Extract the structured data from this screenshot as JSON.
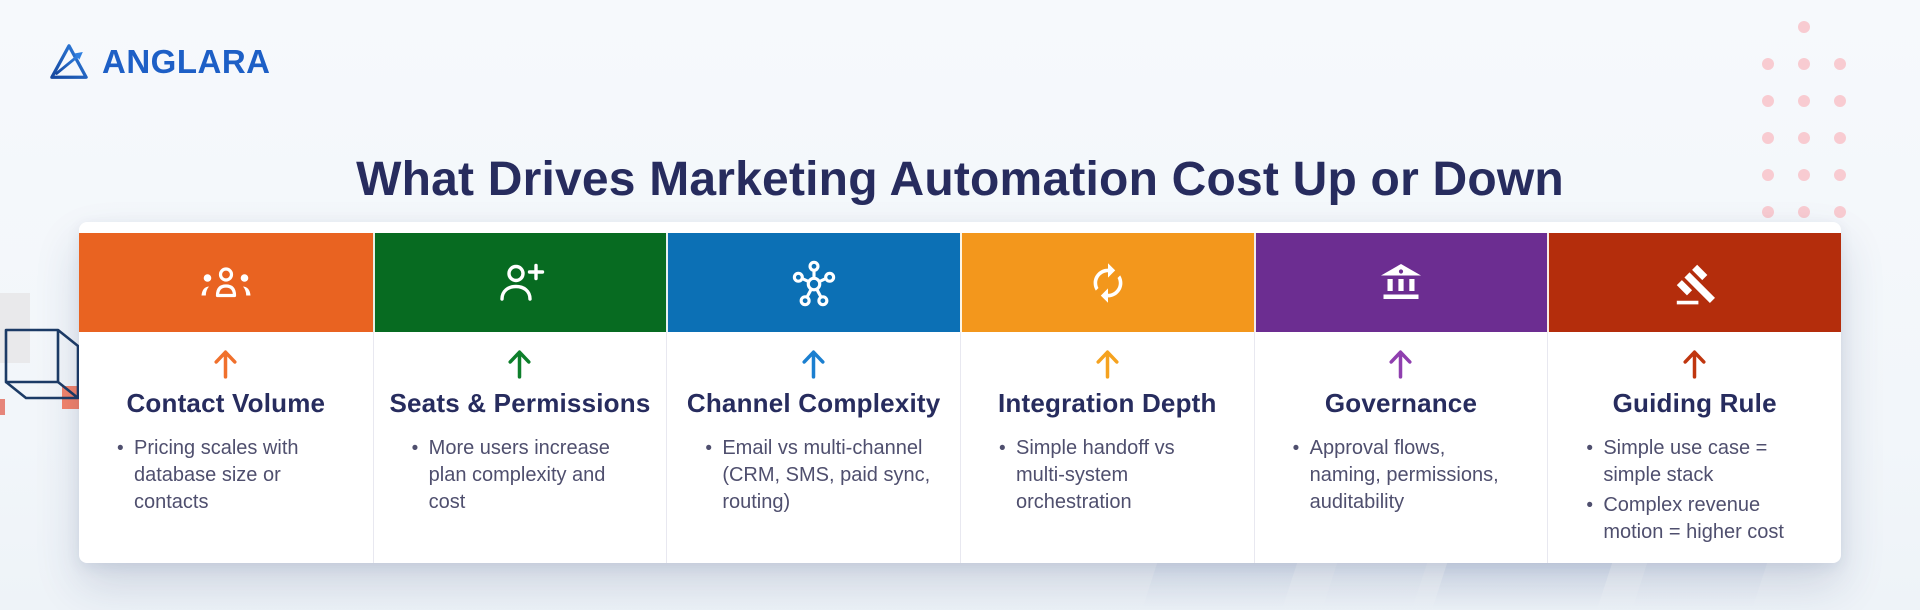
{
  "logo": {
    "text": "ANGLARA",
    "brand_color": "#1d5fc6"
  },
  "title": "What Drives Marketing Automation Cost Up or Down",
  "columns": [
    {
      "id": "contact-volume",
      "color": "#e96321",
      "arrow_color": "#f0702c",
      "icon": "groups-icon",
      "title": "Contact Volume",
      "bullets": [
        "Pricing scales with database size or contacts"
      ]
    },
    {
      "id": "seats-permissions",
      "color": "#076b21",
      "arrow_color": "#0e7f2b",
      "icon": "person-add-icon",
      "title": "Seats & Permissions",
      "bullets": [
        "More users increase plan complexity and cost"
      ]
    },
    {
      "id": "channel-complexity",
      "color": "#0c70b5",
      "arrow_color": "#1b7fd0",
      "icon": "hub-icon",
      "title": "Channel Complexity",
      "bullets": [
        "Email vs multi-channel (CRM, SMS, paid sync, routing)"
      ]
    },
    {
      "id": "integration-depth",
      "color": "#f3971c",
      "arrow_color": "#f5a21f",
      "icon": "sync-icon",
      "title": "Integration Depth",
      "bullets": [
        "Simple handoff vs multi-system orchestration"
      ]
    },
    {
      "id": "governance",
      "color": "#6c2d91",
      "arrow_color": "#8f3faf",
      "icon": "bank-icon",
      "title": "Governance",
      "bullets": [
        "Approval flows, naming, permissions, auditability"
      ]
    },
    {
      "id": "guiding-rule",
      "color": "#b42d0c",
      "arrow_color": "#c0360f",
      "icon": "gavel-icon",
      "title": "Guiding Rule",
      "bullets": [
        "Simple use case = simple stack",
        "Complex revenue motion = higher cost"
      ]
    }
  ],
  "colors": {
    "background": "#f4f8fb",
    "card": "#ffffff",
    "title_text": "#272c5e",
    "body_text": "#4f4f6e",
    "dot_pink": "#f8cbd1",
    "coral_square": "#f5846b",
    "cube_line": "#1c3b66",
    "divider": "#e8e8f0"
  }
}
